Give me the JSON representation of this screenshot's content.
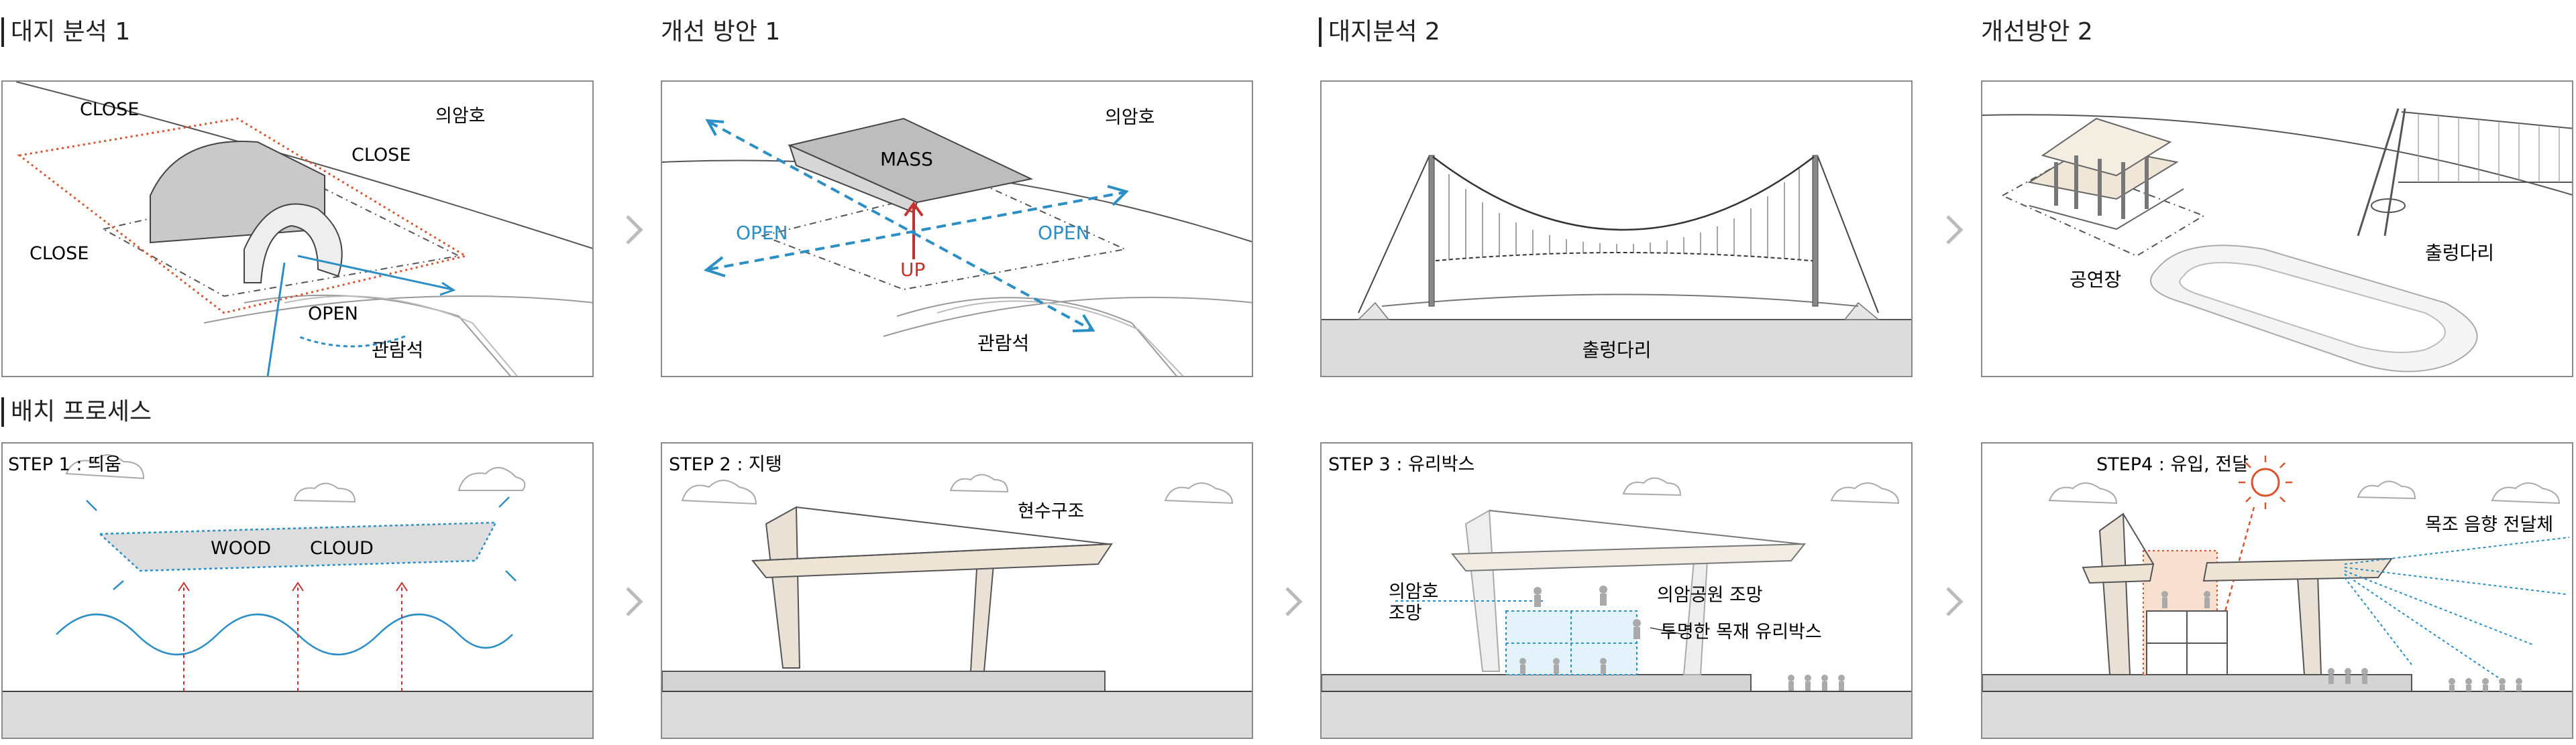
{
  "headings": {
    "site_analysis_1": "대지 분석 1",
    "improvement_1": "개선 방안 1",
    "site_analysis_2": "대지분석 2",
    "improvement_2": "개선방안 2",
    "layout_process": "배치 프로세스"
  },
  "panel_site1": {
    "close_top": "CLOSE",
    "close_right": "CLOSE",
    "close_left": "CLOSE",
    "open": "OPEN",
    "lake": "의암호",
    "seating": "관람석"
  },
  "panel_improve1": {
    "mass": "MASS",
    "open_left": "OPEN",
    "open_right": "OPEN",
    "up": "UP",
    "lake": "의암호",
    "seating": "관람석"
  },
  "panel_site2": {
    "bridge": "출렁다리"
  },
  "panel_improve2": {
    "stage": "공연장",
    "bridge": "출렁다리"
  },
  "panel_step1": {
    "step": "STEP 1 : 띄움",
    "wood": "WOOD",
    "cloud": "CLOUD"
  },
  "panel_step2": {
    "step": "STEP 2 : 지탱",
    "suspension": "현수구조"
  },
  "panel_step3": {
    "step": "STEP 3 : 유리박스",
    "lake_view_1": "의암호",
    "lake_view_2": "조망",
    "park_view": "의암공원 조망",
    "glass_box": "투명한 목재 유리박스"
  },
  "panel_step4": {
    "step": "STEP4 : 유입, 전달",
    "transmitter": "목조 음향 전달체"
  },
  "colors": {
    "close_red": "#d9542c",
    "open_blue": "#2b8ec4",
    "up_red": "#c8302c",
    "ground": "#dcdcdc",
    "mass": "#bdbdbd"
  }
}
